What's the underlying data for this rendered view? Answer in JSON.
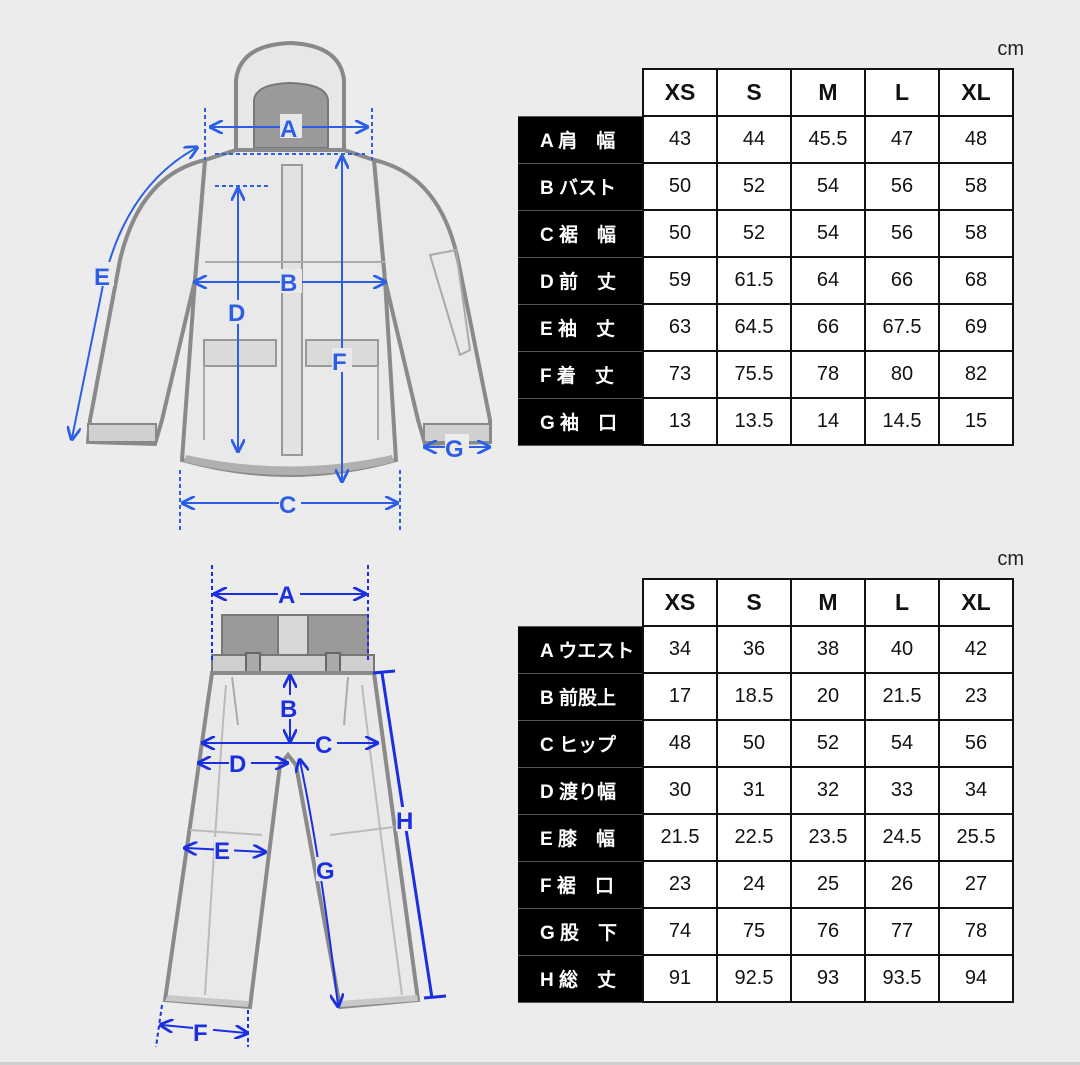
{
  "jacket": {
    "unit": "cm",
    "sizes": [
      "XS",
      "S",
      "M",
      "L",
      "XL"
    ],
    "labels": {
      "a": "A",
      "b": "B",
      "c": "C",
      "d": "D",
      "e": "E",
      "f": "F",
      "g": "G"
    },
    "rows": [
      {
        "label": "A 肩　幅",
        "values": [
          "43",
          "44",
          "45.5",
          "47",
          "48"
        ]
      },
      {
        "label": "B バスト",
        "values": [
          "50",
          "52",
          "54",
          "56",
          "58"
        ]
      },
      {
        "label": "C 裾　幅",
        "values": [
          "50",
          "52",
          "54",
          "56",
          "58"
        ]
      },
      {
        "label": "D 前　丈",
        "values": [
          "59",
          "61.5",
          "64",
          "66",
          "68"
        ]
      },
      {
        "label": "E 袖　丈",
        "values": [
          "63",
          "64.5",
          "66",
          "67.5",
          "69"
        ]
      },
      {
        "label": "F 着　丈",
        "values": [
          "73",
          "75.5",
          "78",
          "80",
          "82"
        ]
      },
      {
        "label": "G 袖　口",
        "values": [
          "13",
          "13.5",
          "14",
          "14.5",
          "15"
        ]
      }
    ]
  },
  "pants": {
    "unit": "cm",
    "sizes": [
      "XS",
      "S",
      "M",
      "L",
      "XL"
    ],
    "labels": {
      "a": "A",
      "b": "B",
      "c": "C",
      "d": "D",
      "e": "E",
      "f": "F",
      "g": "G",
      "h": "H"
    },
    "rows": [
      {
        "label": "A ウエスト",
        "values": [
          "34",
          "36",
          "38",
          "40",
          "42"
        ]
      },
      {
        "label": "B 前股上",
        "values": [
          "17",
          "18.5",
          "20",
          "21.5",
          "23"
        ]
      },
      {
        "label": "C ヒップ",
        "values": [
          "48",
          "50",
          "52",
          "54",
          "56"
        ]
      },
      {
        "label": "D 渡り幅",
        "values": [
          "30",
          "31",
          "32",
          "33",
          "34"
        ]
      },
      {
        "label": "E 膝　幅",
        "values": [
          "21.5",
          "22.5",
          "23.5",
          "24.5",
          "25.5"
        ]
      },
      {
        "label": "F 裾　口",
        "values": [
          "23",
          "24",
          "25",
          "26",
          "27"
        ]
      },
      {
        "label": "G 股　下",
        "values": [
          "74",
          "75",
          "76",
          "77",
          "78"
        ]
      },
      {
        "label": "H 総　丈",
        "values": [
          "91",
          "92.5",
          "93",
          "93.5",
          "94"
        ]
      }
    ]
  },
  "colors": {
    "accent_jacket": "#2c5fe6",
    "accent_pants": "#1b2fe0",
    "header_bg": "#000000"
  }
}
